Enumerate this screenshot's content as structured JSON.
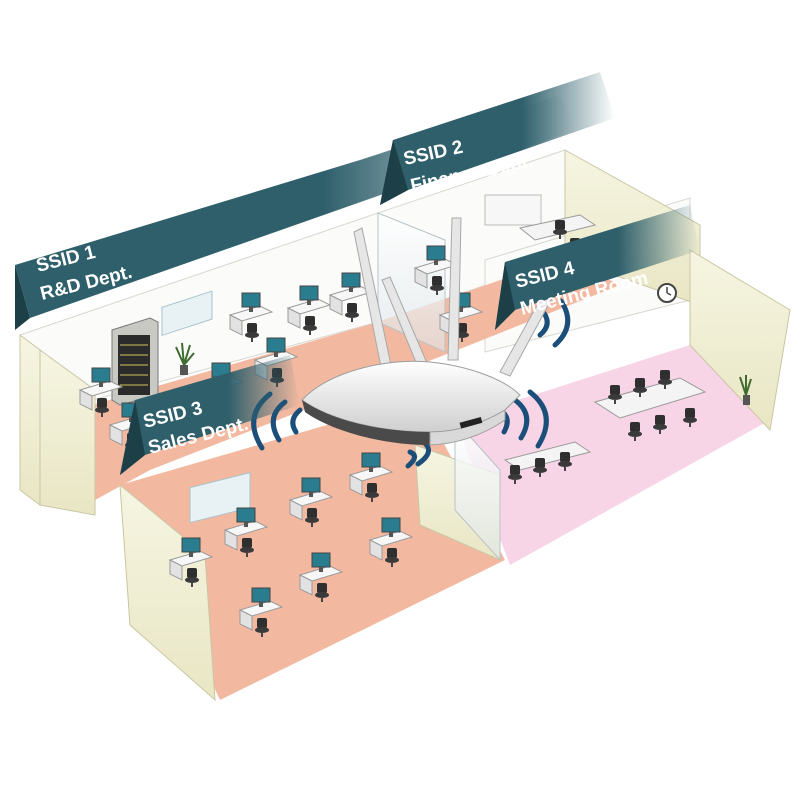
{
  "colors": {
    "banner": "#2e5f6b",
    "office_floor": "#f2b9a0",
    "meeting_floor": "#f7d4e6",
    "wall": "#f2f0d2",
    "signal": "#1b4f7a",
    "router_body": "#f2f2f2"
  },
  "labels": {
    "ssid1": {
      "line1": "SSID 1",
      "line2": "R&D Dept."
    },
    "ssid2": {
      "line1": "SSID 2",
      "line2": "Finance Dept."
    },
    "ssid3": {
      "line1": "SSID 3",
      "line2": "Sales  Dept."
    },
    "ssid4": {
      "line1": "SSID 4",
      "line2": "Meeting Room"
    }
  },
  "icons": [
    "router-icon",
    "antenna-icon",
    "server-rack-icon",
    "plant-icon",
    "wall-clock-icon",
    "whiteboard-icon",
    "computer-desk-icon",
    "chair-icon",
    "signal-wave-icon"
  ]
}
